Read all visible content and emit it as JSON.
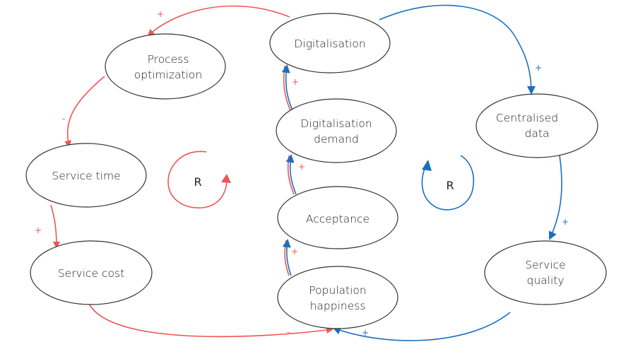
{
  "colors": {
    "red": "#f05454",
    "blue": "#1a6fc0",
    "node_stroke": "#333333"
  },
  "nodes": {
    "process_optimization": {
      "lines": [
        "Process",
        "optimization"
      ]
    },
    "service_time": {
      "lines": [
        "Service time"
      ]
    },
    "service_cost": {
      "lines": [
        "Service cost"
      ]
    },
    "digitalisation": {
      "lines": [
        "Digitalisation"
      ]
    },
    "digitalisation_demand": {
      "lines": [
        "Digitalisation",
        "demand"
      ]
    },
    "acceptance": {
      "lines": [
        "Acceptance"
      ]
    },
    "population_happiness": {
      "lines": [
        "Population",
        "happiness"
      ]
    },
    "centralised_data": {
      "lines": [
        "Centralised",
        "data"
      ]
    },
    "service_quality": {
      "lines": [
        "Service",
        "quality"
      ]
    }
  },
  "edges": {
    "digitalisation_to_process": {
      "from": "Digitalisation",
      "to": "Process optimization",
      "polarity": "+",
      "color": "red"
    },
    "process_to_service_time": {
      "from": "Process optimization",
      "to": "Service time",
      "polarity": "-",
      "color": "red"
    },
    "service_time_to_cost": {
      "from": "Service time",
      "to": "Service cost",
      "polarity": "+",
      "color": "red"
    },
    "cost_to_happiness": {
      "from": "Service cost",
      "to": "Population happiness",
      "polarity": "-",
      "color": "red"
    },
    "digitalisation_to_centralised": {
      "from": "Digitalisation",
      "to": "Centralised data",
      "polarity": "+",
      "color": "blue"
    },
    "centralised_to_quality": {
      "from": "Centralised data",
      "to": "Service quality",
      "polarity": "+",
      "color": "blue"
    },
    "quality_to_happiness": {
      "from": "Service quality",
      "to": "Population happiness",
      "polarity": "+",
      "color": "blue"
    },
    "happiness_to_acceptance": {
      "from": "Population happiness",
      "to": "Acceptance",
      "polarity": "+",
      "color": "both"
    },
    "acceptance_to_demand": {
      "from": "Acceptance",
      "to": "Digitalisation demand",
      "polarity": "+",
      "color": "both"
    },
    "demand_to_digitalisation": {
      "from": "Digitalisation demand",
      "to": "Digitalisation",
      "polarity": "+",
      "color": "both"
    }
  },
  "loops": {
    "red": {
      "label": "R",
      "color": "red"
    },
    "blue": {
      "label": "R",
      "color": "blue"
    }
  }
}
